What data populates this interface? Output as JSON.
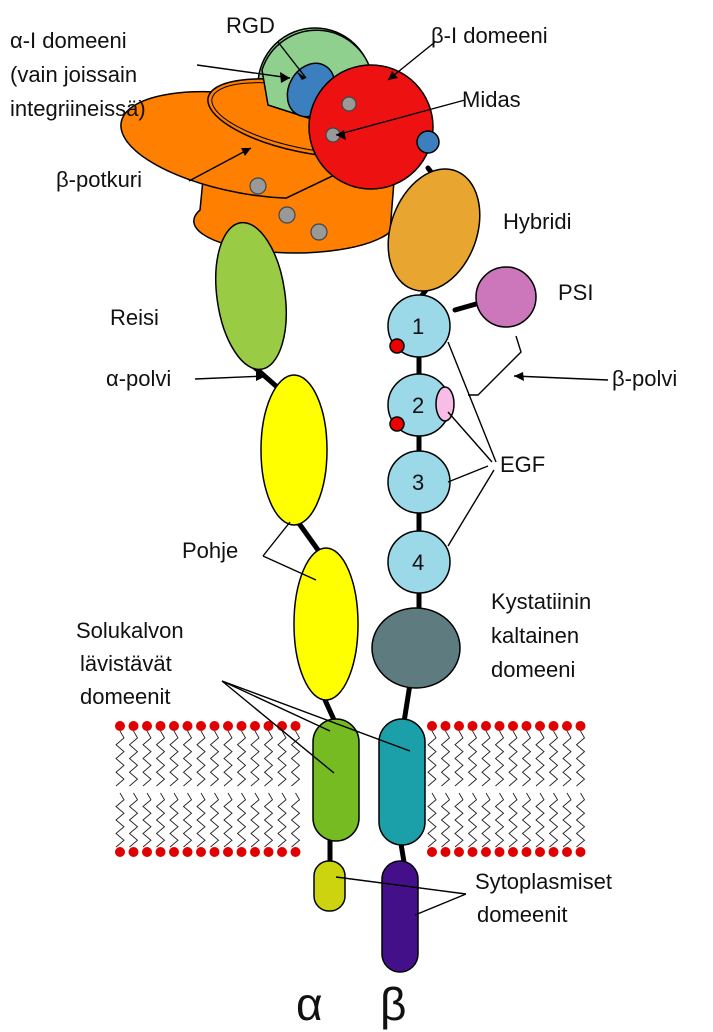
{
  "labels": {
    "alpha_i_domain": [
      "α-I domeeni",
      "(vain joissain",
      "integriineissä)"
    ],
    "rgd": "RGD",
    "beta_i_domain": "β-I domeeni",
    "midas": "Midas",
    "beta_propeller": "β-potkuri",
    "hybrid": "Hybridi",
    "psi": "PSI",
    "thigh": "Reisi",
    "alpha_knee": "α-polvi",
    "beta_knee": "β-polvi",
    "egf": "EGF",
    "egf_numbers": [
      "1",
      "2",
      "3",
      "4"
    ],
    "calf": "Pohje",
    "cystatin_like_domain": [
      "Kystatiinin",
      "kaltainen",
      "domeeni"
    ],
    "transmembrane_domains": [
      "Solukalvon",
      "lävistävät",
      "domeenit"
    ],
    "cytoplasmic_domains": [
      "Sytoplasmiset",
      "domeenit"
    ],
    "alpha_subunit": "α",
    "beta_subunit": "β"
  },
  "colors": {
    "alpha_i": "#8fd08f",
    "rgd": "#3b7fbf",
    "beta_i": "#ee1111",
    "propeller": "#ff7f00",
    "thigh": "#99cc44",
    "calf": "#ffff00",
    "hybrid": "#e8a630",
    "psi": "#cc77bb",
    "egf": "#9cd9e8",
    "cystatin": "#5e7b7f",
    "alpha_tm": "#77bb22",
    "beta_tm": "#1b9fa8",
    "alpha_cyto": "#ccd410",
    "beta_cyto": "#44108a",
    "lipid_head": "#e00000",
    "metal_ion": "#999999"
  }
}
